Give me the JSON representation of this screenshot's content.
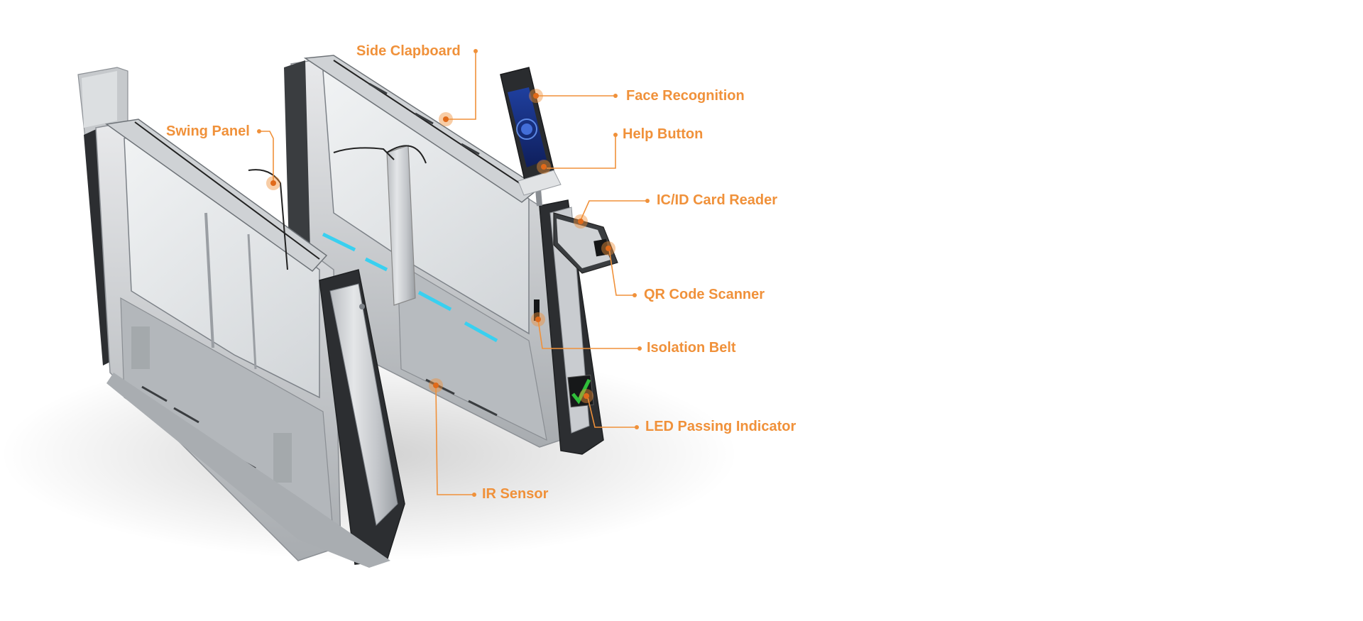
{
  "diagram": {
    "accent_color": "#F0913A",
    "subject": "swing-gate-turnstile",
    "callouts": [
      {
        "id": "side-clapboard",
        "label": "Side Clapboard"
      },
      {
        "id": "face-recognition",
        "label": "Face Recognition"
      },
      {
        "id": "swing-panel",
        "label": "Swing Panel"
      },
      {
        "id": "help-button",
        "label": "Help Button"
      },
      {
        "id": "ic-id-card-reader",
        "label": "IC/ID Card Reader"
      },
      {
        "id": "qr-code-scanner",
        "label": "QR Code Scanner"
      },
      {
        "id": "isolation-belt",
        "label": "Isolation Belt"
      },
      {
        "id": "led-passing-indicator",
        "label": "LED Passing Indicator"
      },
      {
        "id": "ir-sensor",
        "label": "IR Sensor"
      }
    ]
  }
}
